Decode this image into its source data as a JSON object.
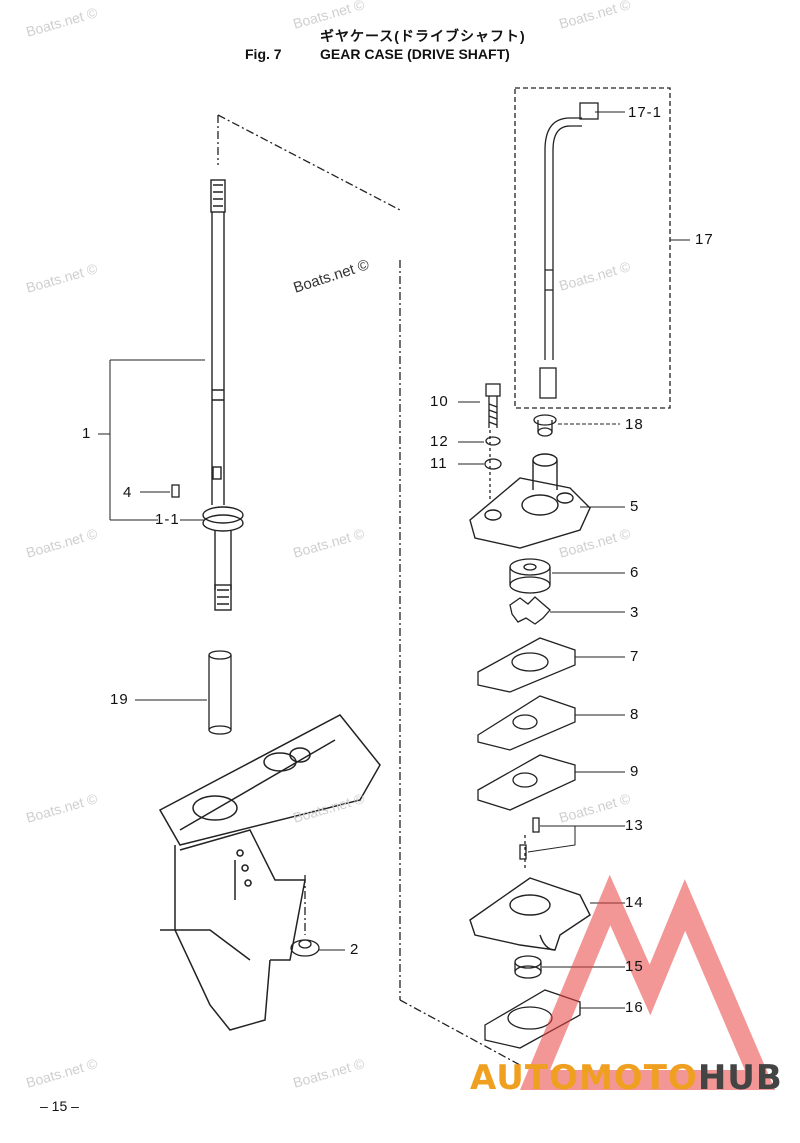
{
  "header": {
    "title_jp": "ギヤケース(ドライブシャフト)",
    "fig_no": "Fig. 7",
    "title_en": "GEAR CASE (DRIVE SHAFT)"
  },
  "parts": [
    {
      "id": "p17-1",
      "label": "17-1"
    },
    {
      "id": "p17",
      "label": "17"
    },
    {
      "id": "p10",
      "label": "10"
    },
    {
      "id": "p18",
      "label": "18"
    },
    {
      "id": "p12",
      "label": "12"
    },
    {
      "id": "p11",
      "label": "11"
    },
    {
      "id": "p1",
      "label": "1"
    },
    {
      "id": "p4",
      "label": "4"
    },
    {
      "id": "p5",
      "label": "5"
    },
    {
      "id": "p1-1",
      "label": "1-1"
    },
    {
      "id": "p6",
      "label": "6"
    },
    {
      "id": "p3",
      "label": "3"
    },
    {
      "id": "p7",
      "label": "7"
    },
    {
      "id": "p19",
      "label": "19"
    },
    {
      "id": "p8",
      "label": "8"
    },
    {
      "id": "p9",
      "label": "9"
    },
    {
      "id": "p13",
      "label": "13"
    },
    {
      "id": "p14",
      "label": "14"
    },
    {
      "id": "p2",
      "label": "2"
    },
    {
      "id": "p15",
      "label": "15"
    },
    {
      "id": "p16",
      "label": "16"
    }
  ],
  "watermark": "Boats.net ©",
  "page_number": "– 15 –",
  "logo": {
    "part1": "AUTOMOTO",
    "part2": "HUB",
    "color_accent": "#f0a020",
    "color_dark": "#444444",
    "color_triangle": "#e84040"
  }
}
